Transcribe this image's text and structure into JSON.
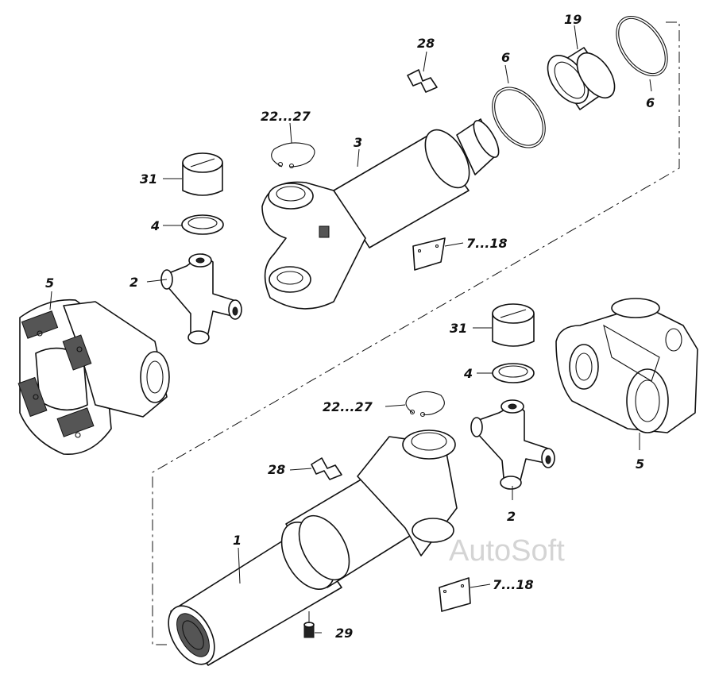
{
  "watermark": "AutoSoft",
  "callouts": {
    "p1": "1",
    "p2a": "2",
    "p2b": "2",
    "p3": "3",
    "p4a": "4",
    "p4b": "4",
    "p5a": "5",
    "p5b": "5",
    "p6a": "6",
    "p6b": "6",
    "p7_18a": "7...18",
    "p7_18b": "7...18",
    "p19": "19",
    "p22_27a": "22...27",
    "p22_27b": "22...27",
    "p28a": "28",
    "p28b": "28",
    "p29": "29",
    "p31a": "31",
    "p31b": "31"
  }
}
